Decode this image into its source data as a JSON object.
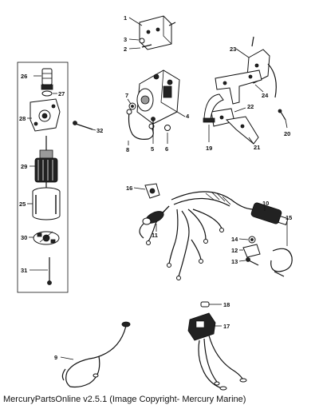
{
  "caption": "MercuryPartsOnline v2.5.1 (Image Copyright- Mercury Marine)",
  "callouts": [
    "1",
    "2",
    "3",
    "4",
    "5",
    "6",
    "7",
    "8",
    "9",
    "10",
    "11",
    "12",
    "13",
    "14",
    "15",
    "16",
    "17",
    "18",
    "19",
    "20",
    "21",
    "22",
    "23",
    "24",
    "25",
    "26",
    "27",
    "28",
    "29",
    "30",
    "31",
    "32"
  ]
}
